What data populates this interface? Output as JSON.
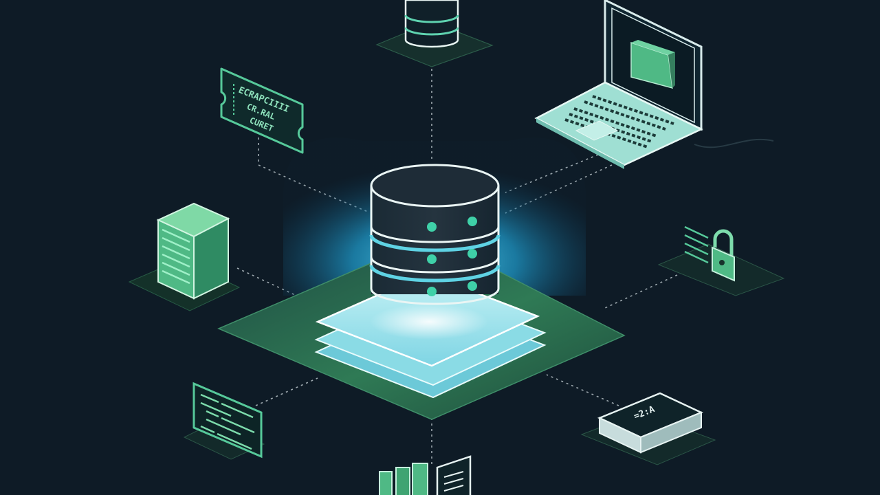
{
  "colors": {
    "background": "#0e1b26",
    "accent_green": "#4fb985",
    "accent_cyan": "#37c3e6",
    "line": "#e6f4f1",
    "plate": "#a6e6ee"
  },
  "hub": {
    "icon": "database-icon"
  },
  "nodes": [
    {
      "icon": "database-icon"
    },
    {
      "icon": "laptop-icon"
    },
    {
      "icon": "ticket-icon"
    },
    {
      "icon": "server-icon"
    },
    {
      "icon": "lock-icon"
    },
    {
      "icon": "code-document-icon"
    },
    {
      "icon": "encrypted-drive-icon"
    },
    {
      "icon": "file-archive-icon"
    }
  ],
  "ticket": {
    "line1": "ECRAPCIIII",
    "line2": "CR.RAL",
    "line3": "CURET"
  },
  "drive": {
    "label": "=2:A"
  }
}
